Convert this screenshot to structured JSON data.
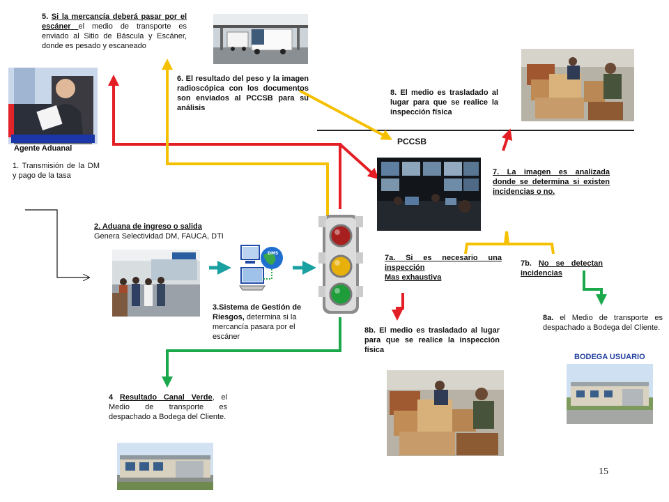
{
  "step5": {
    "num": "5. ",
    "underlined": "Si la mercancía deberá pasar por el escáner ",
    "rest": "el medio de transporte es enviado al Sitio de Báscula y Escáner, donde es pesado y escaneado"
  },
  "step6": {
    "text": "6. El resultado del peso y la imagen radioscópica con los documentos son enviados al PCCSB para su análisis"
  },
  "step8": {
    "text": "8. El medio es trasladado al lugar para que se realice la inspección física"
  },
  "agent": {
    "label": "Agente Aduanal"
  },
  "pccsb": {
    "label": "PCCSB"
  },
  "step1": {
    "text": "1. Transmisión de la DM y pago de la tasa"
  },
  "step7": {
    "text": "7. La imagen es analizada donde se determina si existen incidencias o no."
  },
  "step2": {
    "title": "2. Aduana de ingreso o salida",
    "text": "Genera Selectividad DM, FAUCA, DTI"
  },
  "step3": {
    "bold": "3.Sistema de Gestión de Riesgos,",
    "text": " determina si la mercancía pasara por el escáner",
    "icon_text": "DMS"
  },
  "step7a": {
    "line1": "7a. Si es necesario una inspección",
    "line2": "Mas exhaustiva"
  },
  "step7b": {
    "prefix": "7b. ",
    "underlined": "No se detectan incidencias"
  },
  "step8b": {
    "text": "8b. El medio es trasladado al lugar para que se realice la inspección física"
  },
  "step8a": {
    "bold": "8a.",
    "text": " el Medio de transporte es despachado a Bodega del Cliente."
  },
  "step4": {
    "prefix": "4 ",
    "underlined": "Resultado Canal Verde",
    "text": ", el Medio de transporte es despachado a Bodega del Cliente."
  },
  "bodega": {
    "label": "BODEGA USUARIO"
  },
  "page": {
    "number": "15"
  },
  "colors": {
    "red": "#e31e24",
    "yellow": "#f5c000",
    "green": "#1aa84a",
    "teal": "#1aa0a0",
    "black": "#111111",
    "bodega_blue": "#1f3c9c"
  }
}
